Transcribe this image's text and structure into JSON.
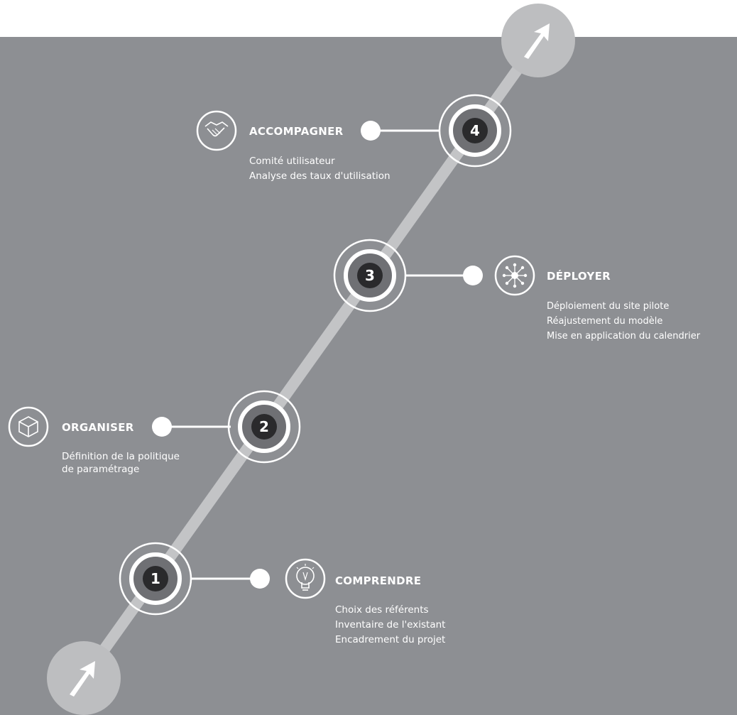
{
  "colors": {
    "background_top": "#ffffff",
    "panel": "#8d8f93",
    "path_line": "#c3c4c6",
    "ring": "#ffffff",
    "inner_band": "#6f7074",
    "badge": "#2a2a2c",
    "arrow_disc": "#bdbec0"
  },
  "icons": {
    "start_arrow": "arrow-up-right-icon",
    "end_arrow": "arrow-up-right-icon"
  },
  "steps": [
    {
      "number": "1",
      "title": "COMPRENDRE",
      "icon": "lightbulb-icon",
      "lines": [
        "Choix des référents",
        "Inventaire de l'existant",
        "Encadrement du projet"
      ]
    },
    {
      "number": "2",
      "title": "ORGANISER",
      "icon": "box-icon",
      "lines": [
        "Définition de la politique",
        "de paramétrage"
      ]
    },
    {
      "number": "3",
      "title": "DÉPLOYER",
      "icon": "network-icon",
      "lines": [
        "Déploiement du site pilote",
        "Réajustement du modèle",
        "Mise en application du calendrier"
      ]
    },
    {
      "number": "4",
      "title": "ACCOMPAGNER",
      "icon": "handshake-icon",
      "lines": [
        "Comité utilisateur",
        "Analyse des taux d'utilisation"
      ]
    }
  ]
}
